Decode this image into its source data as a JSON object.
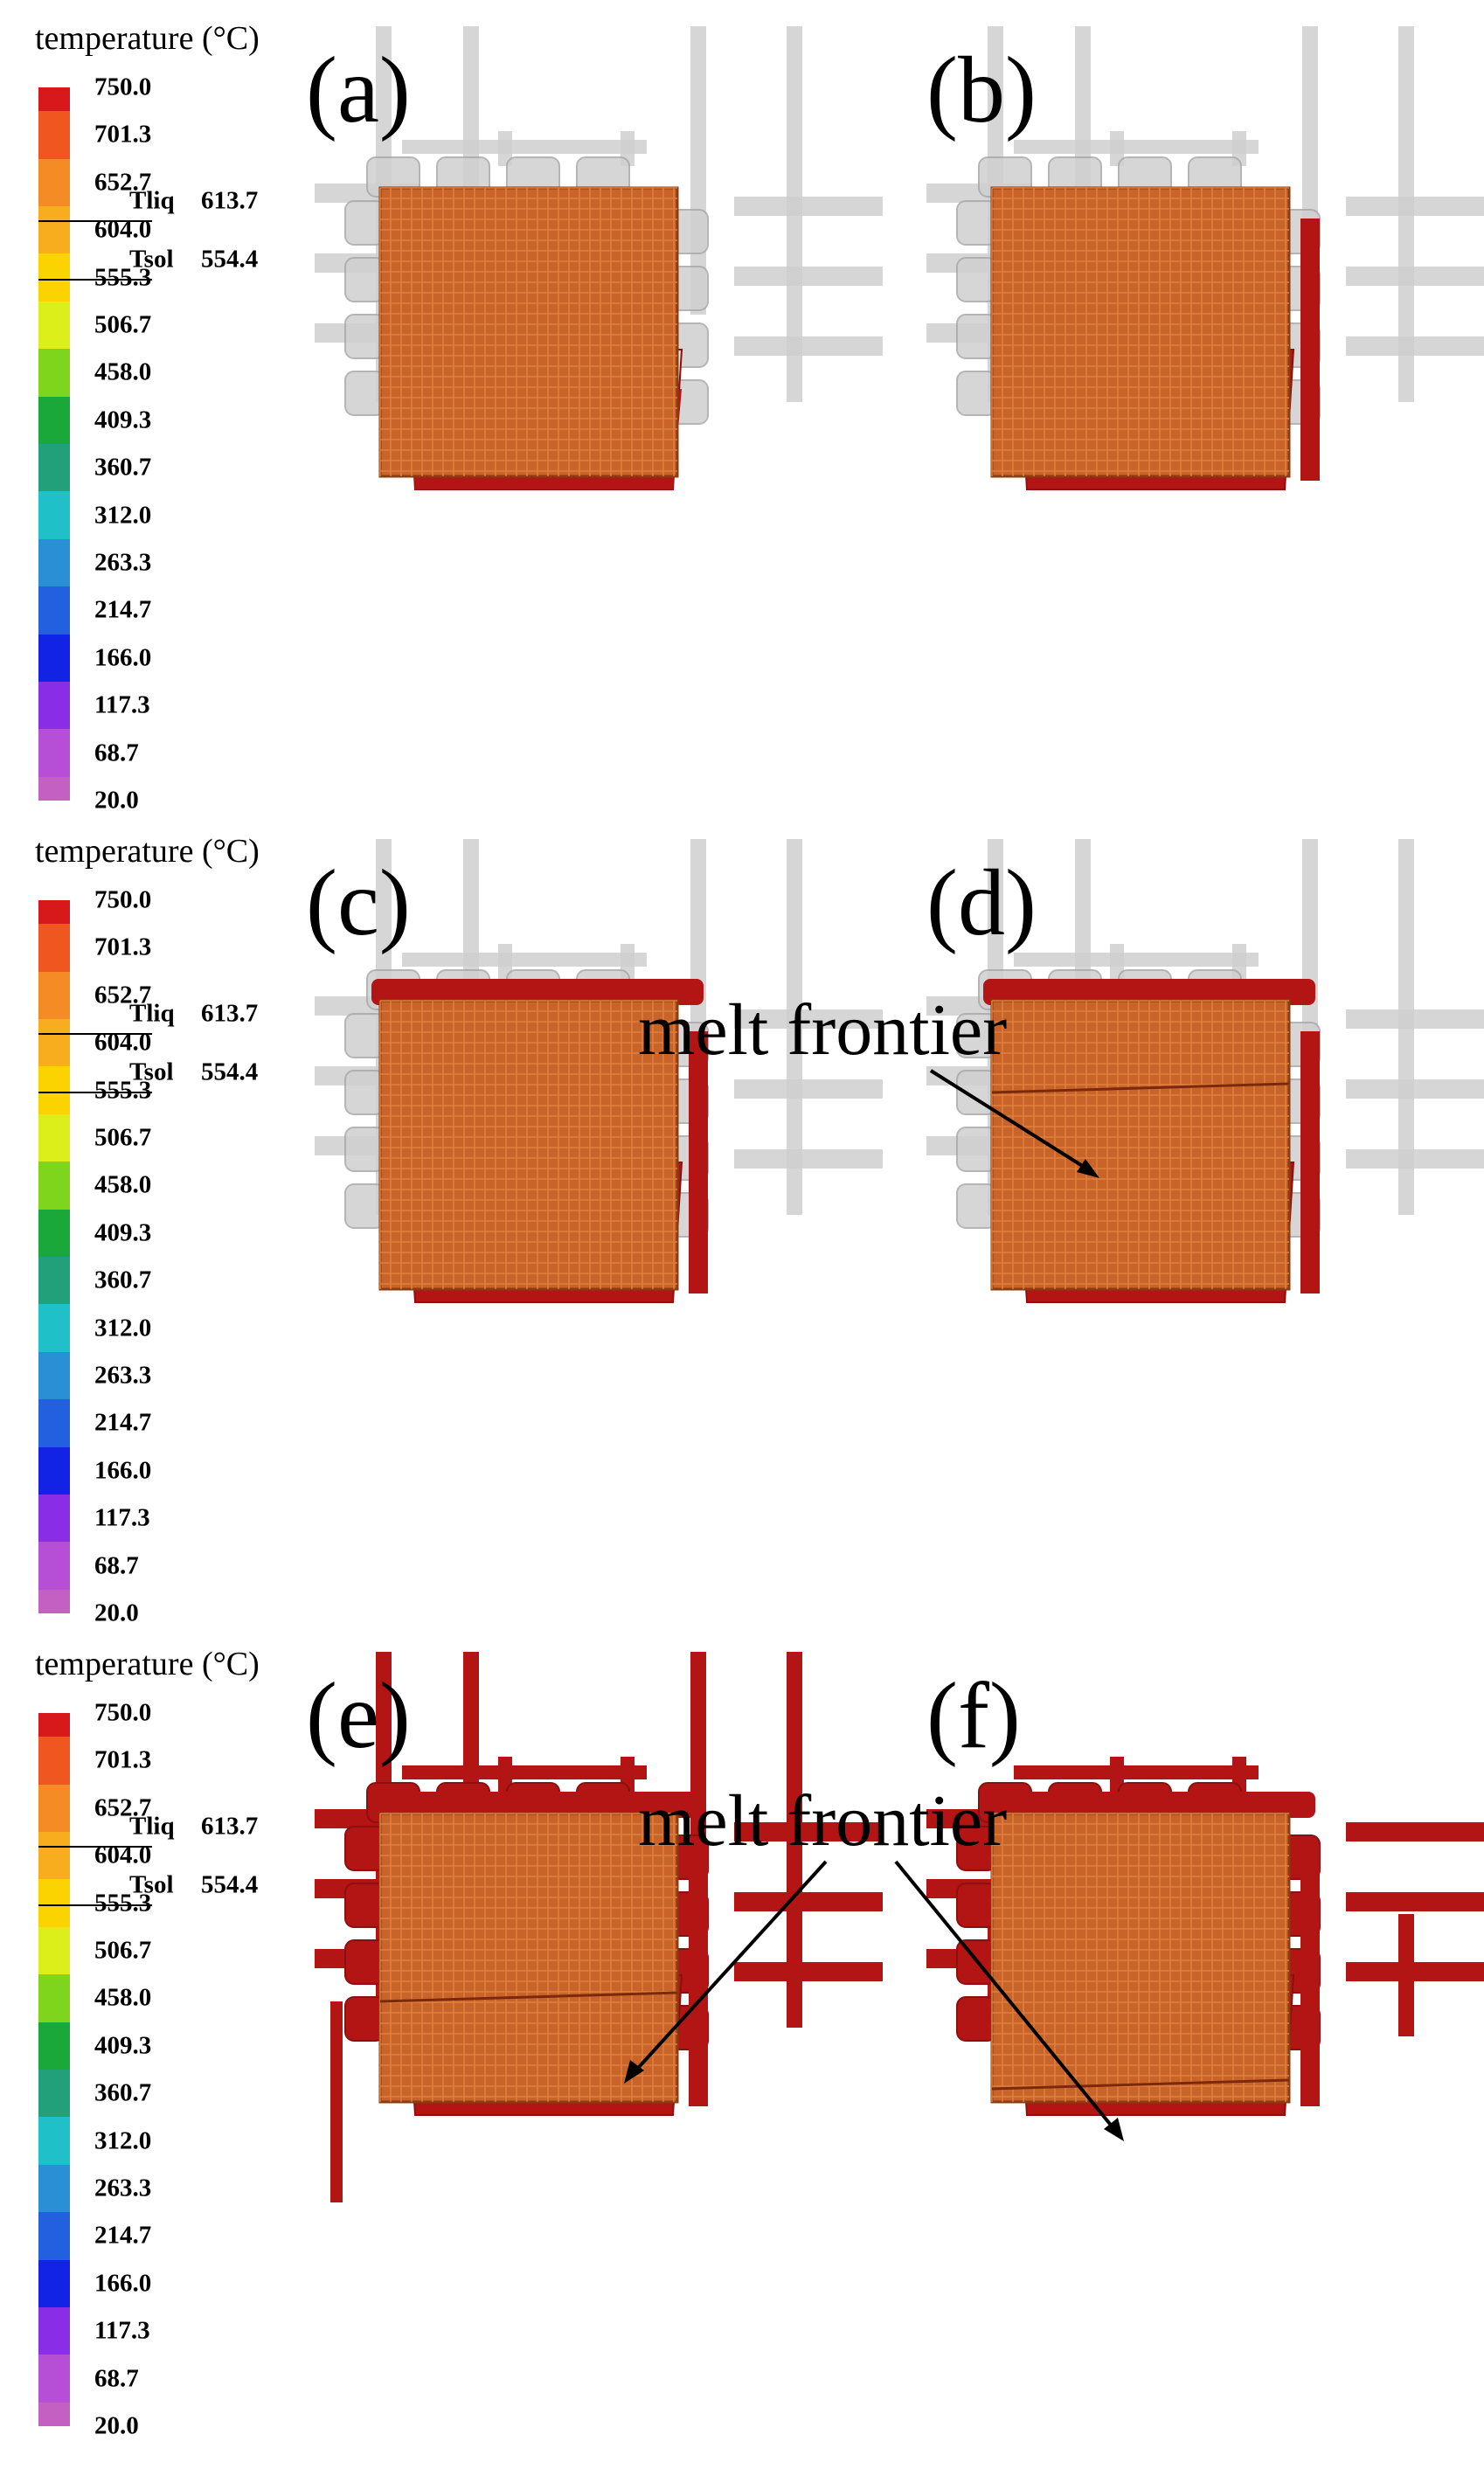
{
  "legend": {
    "title": "temperature (°C)",
    "ticks": [
      "750.0",
      "701.3",
      "652.7",
      "604.0",
      "555.3",
      "506.7",
      "458.0",
      "409.3",
      "360.7",
      "312.0",
      "263.3",
      "214.7",
      "166.0",
      "117.3",
      "68.7",
      "20.0"
    ],
    "colors": [
      "#d7191c",
      "#f0561f",
      "#f48b25",
      "#f7ad1e",
      "#fbd400",
      "#dcef1a",
      "#7fd41c",
      "#1aa83a",
      "#22a07a",
      "#1fc0c8",
      "#2b8fd6",
      "#2360e0",
      "#1223e6",
      "#8a2de6",
      "#b64fd6",
      "#c560c3"
    ],
    "liquidus_label": "Tliq",
    "liquidus_value": "613.7",
    "solidus_label": "Tsol",
    "solidus_value": "554.4"
  },
  "panels": [
    {
      "label": "(a)",
      "annotation": "",
      "stage": "a"
    },
    {
      "label": "(b)",
      "annotation": "",
      "stage": "b"
    },
    {
      "label": "(c)",
      "annotation": "",
      "stage": "c"
    },
    {
      "label": "(d)",
      "annotation": "melt frontier",
      "stage": "d"
    },
    {
      "label": "(e)",
      "annotation": "melt frontier",
      "stage": "e"
    },
    {
      "label": "(f)",
      "annotation": "",
      "stage": "f"
    }
  ],
  "colors": {
    "melt": "#b31515",
    "melt_dark": "#8e0f0f",
    "preform": "#c8642a",
    "preform_grid": "#e07f3d",
    "mold": "#cfcfcf",
    "mold_edge": "#a9a9a9"
  }
}
